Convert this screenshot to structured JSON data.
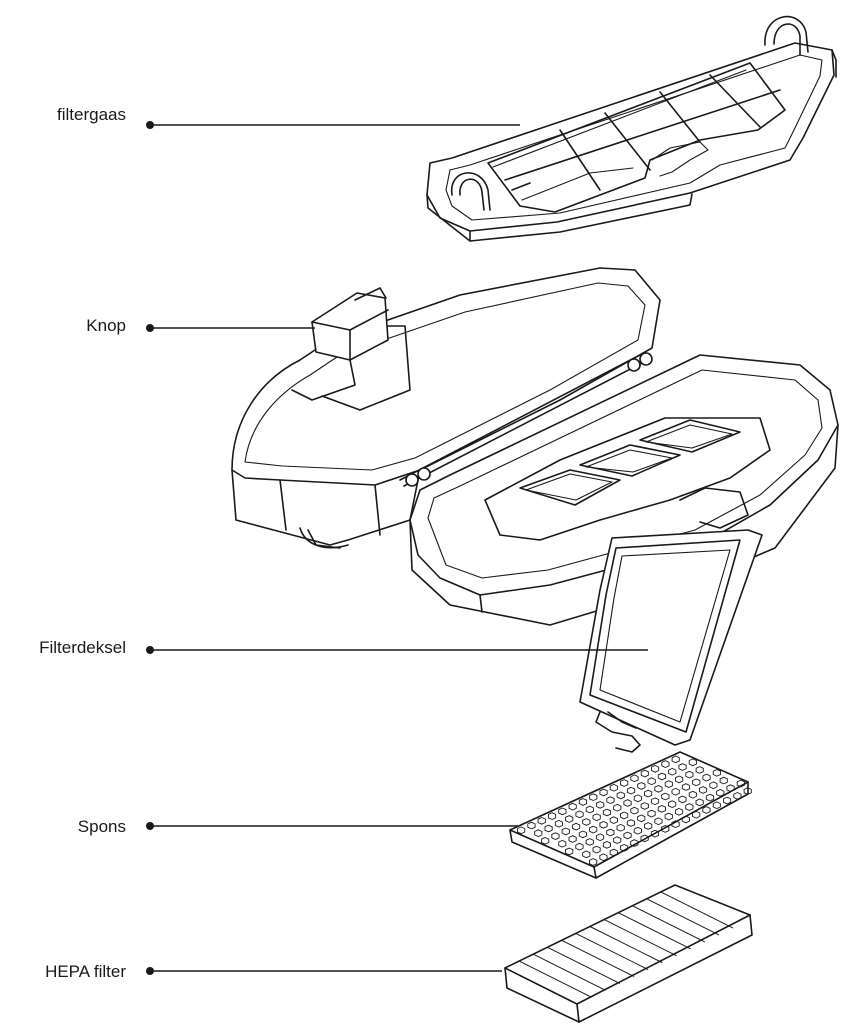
{
  "labels": {
    "filter_mesh": "filtergaas",
    "knob": "Knop",
    "filter_cover": "Filterdeksel",
    "sponge": "Spons",
    "hepa_filter": "HEPA filter"
  }
}
